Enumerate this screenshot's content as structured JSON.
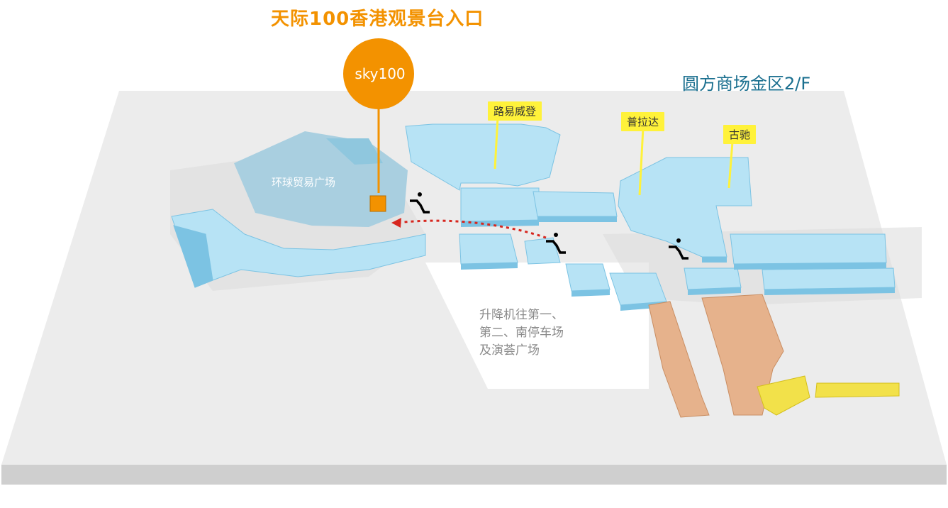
{
  "title": "天际100香港观景台入口",
  "floor_label": "圆方商场金区2/F",
  "sky100_marker": {
    "label": "sky100",
    "color": "#f39200"
  },
  "malls": {
    "icc": "环球贸易广场"
  },
  "stores": {
    "louis_vuitton": "路易威登",
    "prada": "普拉达",
    "gucci": "古驰"
  },
  "lift_note": [
    "升降机往第一、",
    "第二、南停车场",
    "及演荟广场"
  ],
  "icons": {
    "escalator": "escalator-icon",
    "entrance": "entrance-square-icon"
  },
  "colors": {
    "title_orange": "#f39200",
    "shop_blue": "#b7e3f5",
    "shop_blue_side": "#7cc3e3",
    "shop_tan": "#e6b28c",
    "shop_yellow": "#f2e14a",
    "floor_grey": "#ececec",
    "route_red": "#d7261e",
    "label_yellow": "#fff23a"
  }
}
